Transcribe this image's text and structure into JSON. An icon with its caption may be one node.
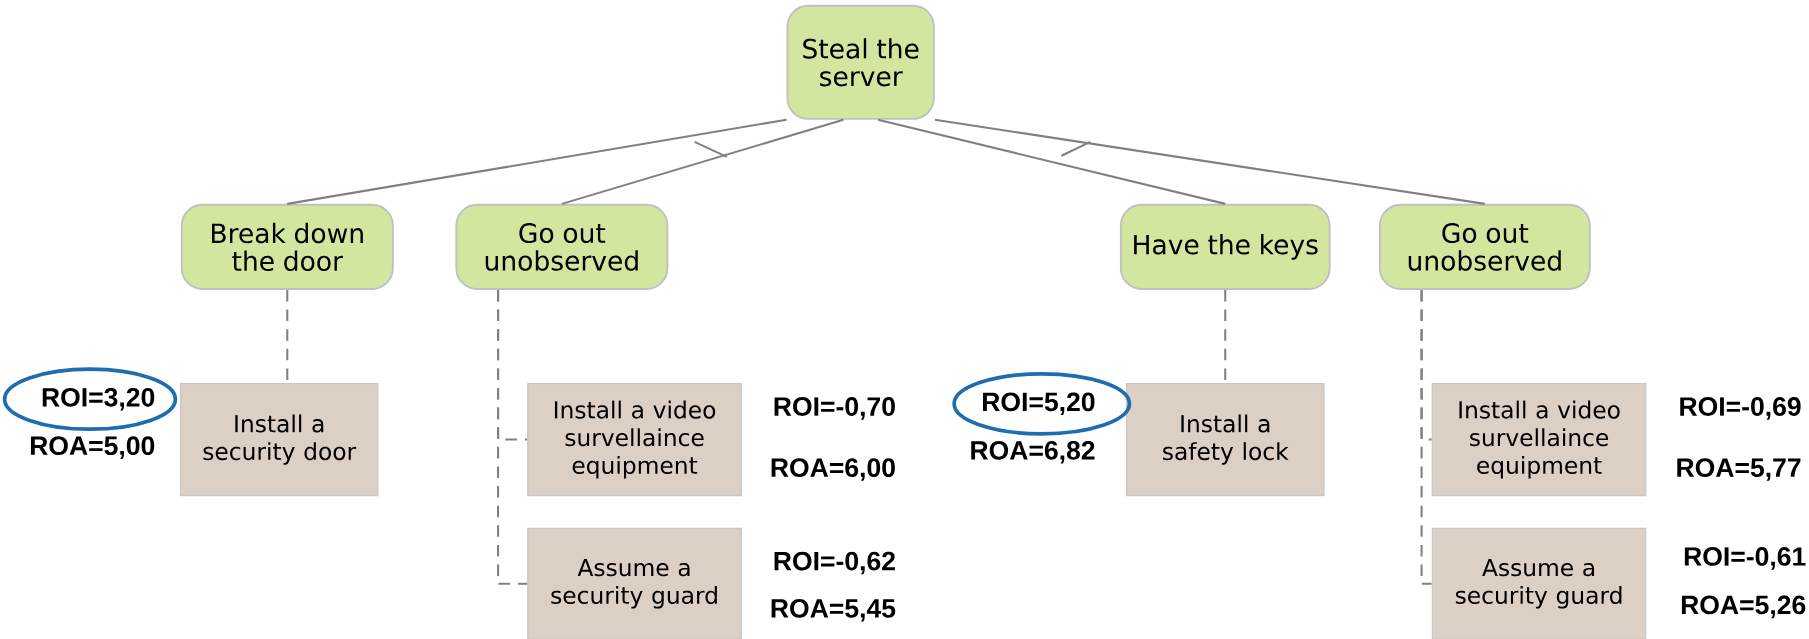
{
  "diagram": {
    "nodes": [
      {
        "text": [
          "Steal the server"
        ]
      },
      {
        "text": [
          "Break down the door"
        ]
      },
      {
        "text": [
          "Go out unobserved"
        ]
      },
      {
        "text": [
          "Have the keys"
        ]
      },
      {
        "text": [
          "Go out unobserved"
        ]
      },
      {
        "text": [
          "Install a security door"
        ],
        "beside": [
          "ROI=3,20",
          "ROA=5,00"
        ]
      },
      {
        "text": [
          "Install a video survellaince equipment"
        ],
        "beside": [
          "ROI=-0,70",
          "ROA=6,00"
        ]
      },
      {
        "text": [
          "Assume a security guard"
        ],
        "beside": [
          "ROI=-0,62",
          "ROA=5,45"
        ]
      },
      {
        "text": [
          "Install a safety lock"
        ],
        "beside": [
          "ROI=5,20",
          "ROA=6,82"
        ]
      },
      {
        "text": [
          "Install a video survellaince equipment"
        ],
        "beside": [
          "ROI=-0,69",
          "ROA=5,77"
        ]
      },
      {
        "text": [
          "Assume a security guard"
        ],
        "beside": [
          "ROI=-0,61",
          "ROA=5,26"
        ]
      }
    ],
    "edges": [
      {
        "from": 0,
        "to": 1,
        "arrow": "none"
      },
      {
        "from": 0,
        "to": 2,
        "arrow": "none"
      },
      {
        "from": 0,
        "to": 3,
        "arrow": "none"
      },
      {
        "from": 0,
        "to": 4,
        "arrow": "none"
      },
      {
        "from": 1,
        "to": 5,
        "arrow": "none",
        "style": "dashed"
      },
      {
        "from": 2,
        "to": 6,
        "arrow": "none",
        "style": "dashed"
      },
      {
        "from": 2,
        "to": 7,
        "arrow": "none",
        "style": "dashed"
      },
      {
        "from": 3,
        "to": 8,
        "arrow": "none",
        "style": "dashed"
      },
      {
        "from": 4,
        "to": 9,
        "arrow": "none",
        "style": "dashed"
      },
      {
        "from": 4,
        "to": 10,
        "arrow": "none",
        "style": "dashed"
      }
    ]
  }
}
